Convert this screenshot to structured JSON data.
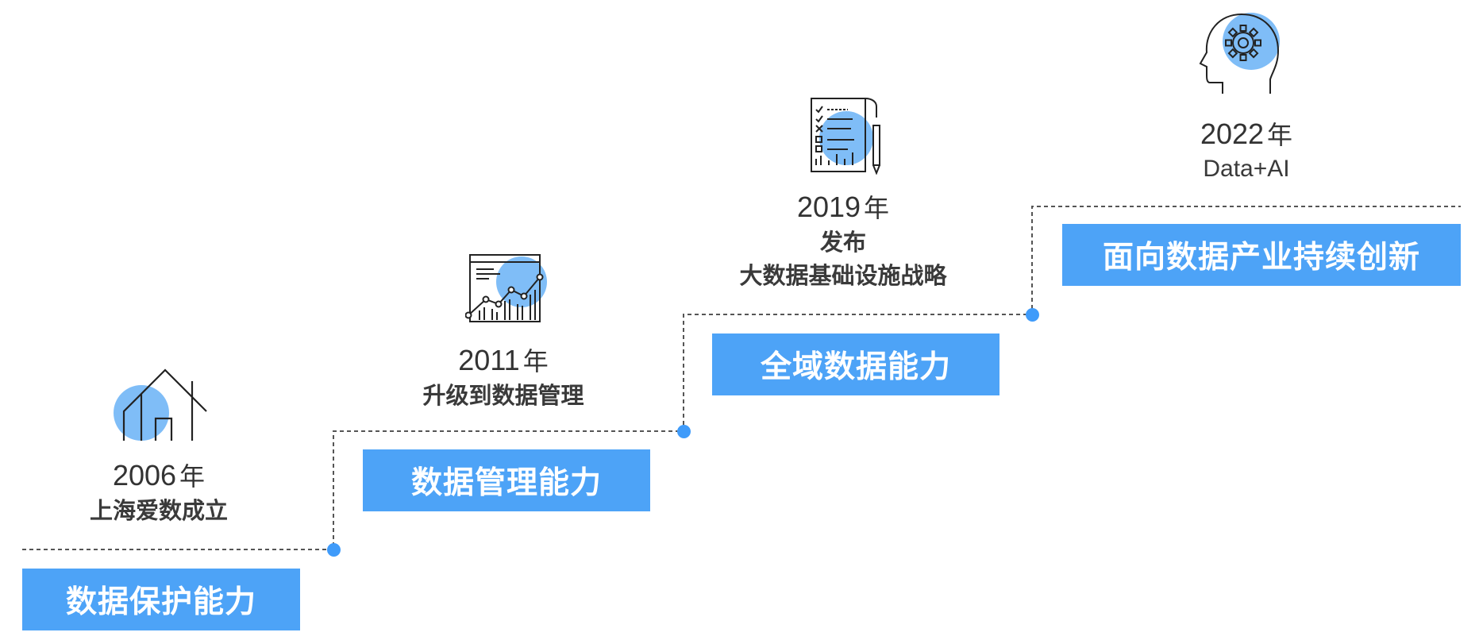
{
  "colors": {
    "accent": "#4da3f7",
    "node": "#3f9bfa",
    "icon_blob": "#7fbdf7",
    "line": "#555555",
    "text": "#333333"
  },
  "steps": [
    {
      "year_number": "2006",
      "year_suffix": "年",
      "desc_lines": [
        "上海爱数成立"
      ],
      "capability": "数据保护能力",
      "icon": "house-icon"
    },
    {
      "year_number": "2011",
      "year_suffix": "年",
      "desc_lines": [
        "升级到数据管理"
      ],
      "capability": "数据管理能力",
      "icon": "analytics-chart-icon"
    },
    {
      "year_number": "2019",
      "year_suffix": "年",
      "desc_lines": [
        "发布",
        "大数据基础设施战略"
      ],
      "capability": "全域数据能力",
      "icon": "checklist-report-icon"
    },
    {
      "year_number": "2022",
      "year_suffix": "年",
      "desc_lines": [
        "Data+AI"
      ],
      "capability": "面向数据产业持续创新",
      "icon": "ai-head-gear-icon"
    }
  ]
}
